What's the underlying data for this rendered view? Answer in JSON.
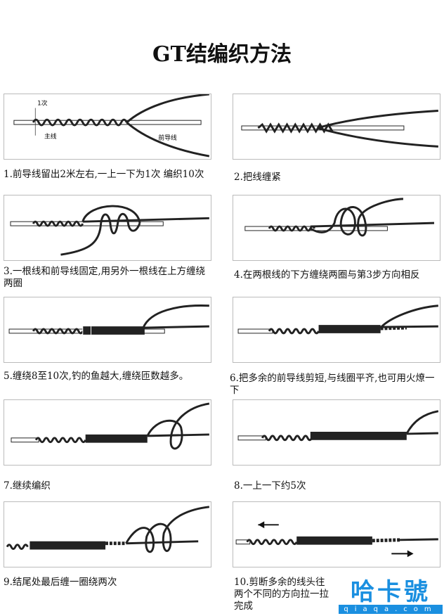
{
  "title": "GT结编织方法",
  "steps": [
    {
      "caption": "1.前导线留出2米左右,一上一下为1次 编织10次",
      "labels": {
        "count": "1次",
        "main_line": "主线",
        "leader_line": "前导线"
      }
    },
    {
      "caption": "2.把线缠紧"
    },
    {
      "caption": "3.一根线和前导线固定,用另外一根线在上方缠绕两圈"
    },
    {
      "caption": "4.在两根线的下方缠绕两圈与第3步方向相反"
    },
    {
      "caption": "5.缠绕8至10次,钓的鱼越大,缠绕匝数越多。"
    },
    {
      "caption": "6.把多余的前导线剪短,与线圈平齐,也可用火燎一下"
    },
    {
      "caption": "7.继续编织"
    },
    {
      "caption": "8.一上一下约5次"
    },
    {
      "caption": "9.结尾处最后缠一圈绕两次"
    },
    {
      "caption": "10.剪断多余的线头往两个不同的方向拉一拉完成"
    }
  ],
  "watermark": {
    "logo_text": "哈卡號",
    "domain": "qiaqa.com",
    "color": "#1a8fe0"
  }
}
